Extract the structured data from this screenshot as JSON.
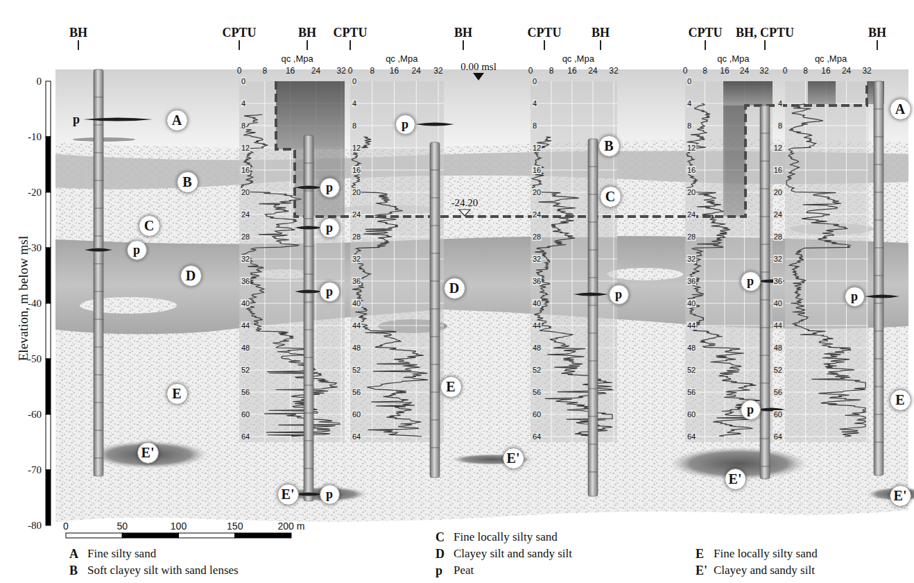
{
  "diagram": {
    "nodes": [
      {
        "text": [
          "A"
        ]
      },
      {
        "text": [
          "A"
        ]
      },
      {
        "text": [
          "p"
        ]
      },
      {
        "text": [
          "B"
        ]
      },
      {
        "text": [
          "B"
        ]
      },
      {
        "text": [
          "p"
        ]
      },
      {
        "text": [
          "C"
        ]
      },
      {
        "text": [
          "C"
        ]
      },
      {
        "text": [
          "p"
        ]
      },
      {
        "text": [
          "p"
        ]
      },
      {
        "text": [
          "D"
        ]
      },
      {
        "text": [
          "p"
        ]
      },
      {
        "text": [
          "D"
        ]
      },
      {
        "text": [
          "p"
        ]
      },
      {
        "text": [
          "p"
        ]
      },
      {
        "text": [
          "p"
        ]
      },
      {
        "text": [
          "E"
        ]
      },
      {
        "text": [
          "E"
        ]
      },
      {
        "text": [
          "E"
        ]
      },
      {
        "text": [
          "p"
        ]
      },
      {
        "text": [
          "E'"
        ]
      },
      {
        "text": [
          "E'"
        ]
      },
      {
        "text": [
          "E'"
        ]
      },
      {
        "text": [
          "E'"
        ]
      },
      {
        "text": [
          "p"
        ]
      },
      {
        "text": [
          "E'"
        ]
      }
    ],
    "labels": [
      "BH",
      "CPTU",
      "BH",
      "CPTU",
      "BH",
      "CPTU",
      "BH",
      "CPTU",
      "BH, CPTU",
      "BH",
      "0.00 msl",
      "-24.20",
      "qc ,Mpa",
      "qc ,Mpa",
      "qc ,Mpa",
      "qc ,Mpa",
      "qc ,Mpa",
      "0",
      "8",
      "16",
      "24",
      "32",
      "0",
      "8",
      "16",
      "24",
      "32",
      "0",
      "8",
      "16",
      "24",
      "32",
      "0",
      "8",
      "16",
      "24",
      "32",
      "0",
      "8",
      "16",
      "24",
      "32",
      "0",
      "4",
      "8",
      "12",
      "16",
      "20",
      "24",
      "28",
      "32",
      "36",
      "40",
      "44",
      "48",
      "52",
      "56",
      "60",
      "64",
      "0",
      "4",
      "8",
      "12",
      "16",
      "20",
      "24",
      "28",
      "32",
      "36",
      "40",
      "44",
      "48",
      "52",
      "56",
      "60",
      "64",
      "0",
      "4",
      "8",
      "12",
      "16",
      "20",
      "24",
      "28",
      "32",
      "36",
      "40",
      "44",
      "48",
      "52",
      "56",
      "60",
      "64",
      "0",
      "4",
      "8",
      "12",
      "16",
      "20",
      "24",
      "28",
      "32",
      "36",
      "40",
      "44",
      "48",
      "52",
      "56",
      "60",
      "64",
      "4",
      "8",
      "12",
      "16",
      "20",
      "24",
      "28",
      "32",
      "36",
      "40",
      "44",
      "48",
      "52",
      "56",
      "60",
      "64",
      "0",
      "-10",
      "-20",
      "-30",
      "-40",
      "-50",
      "-60",
      "-70",
      "-80",
      "Elevation, m below msl",
      "0",
      "50",
      "100",
      "150",
      "200 m",
      "p",
      "A",
      "B",
      "C",
      "D",
      "p",
      "E",
      "E'"
    ],
    "legend": [
      {
        "text": "Fine silty sand"
      },
      {
        "text": "Soft clayey silt with sand lenses"
      },
      {
        "text": "Fine locally silty sand"
      },
      {
        "text": "Clayey silt and sandy silt"
      },
      {
        "text": "Peat"
      },
      {
        "text": "Fine locally silty sand"
      },
      {
        "text": "Clayey and sandy silt"
      }
    ]
  }
}
